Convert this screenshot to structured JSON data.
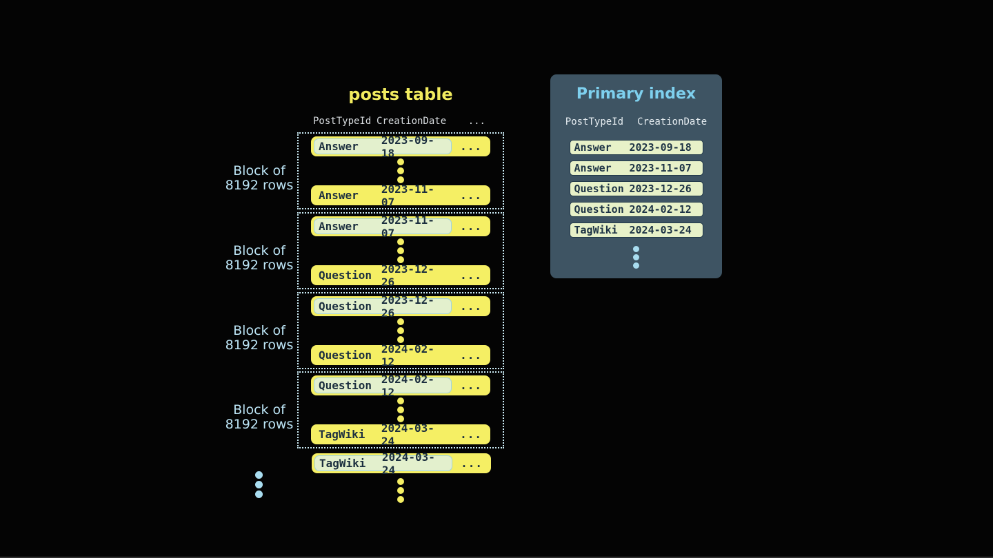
{
  "posts_table": {
    "title": "posts table",
    "headers": {
      "col1": "PostTypeId",
      "col2": "CreationDate",
      "col3": "..."
    },
    "block_label": {
      "line1": "Block of",
      "line2": "8192 rows"
    },
    "ellipsis": "...",
    "blocks": [
      {
        "first": {
          "type": "Answer",
          "date": "2023-09-18"
        },
        "last": {
          "type": "Answer",
          "date": "2023-11-07"
        }
      },
      {
        "first": {
          "type": "Answer",
          "date": "2023-11-07"
        },
        "last": {
          "type": "Question",
          "date": "2023-12-26"
        }
      },
      {
        "first": {
          "type": "Question",
          "date": "2023-12-26"
        },
        "last": {
          "type": "Question",
          "date": "2024-02-12"
        }
      },
      {
        "first": {
          "type": "Question",
          "date": "2024-02-12"
        },
        "last": {
          "type": "TagWiki",
          "date": "2024-03-24"
        }
      }
    ],
    "overflow_row": {
      "type": "TagWiki",
      "date": "2024-03-24"
    }
  },
  "primary_index": {
    "title": "Primary index",
    "headers": {
      "col1": "PostTypeId",
      "col2": "CreationDate"
    },
    "rows": [
      {
        "type": "Answer",
        "date": "2023-09-18"
      },
      {
        "type": "Answer",
        "date": "2023-11-07"
      },
      {
        "type": "Question",
        "date": "2023-12-26"
      },
      {
        "type": "Question",
        "date": "2024-02-12"
      },
      {
        "type": "TagWiki",
        "date": "2024-03-24"
      }
    ]
  },
  "colors": {
    "background": "#040404",
    "row_yellow": "#f5ef64",
    "row_text": "#1c2f3f",
    "highlight_fill": "#e3f0cd",
    "highlight_border": "#9ed3e6",
    "dotted_border": "#cdeef8",
    "block_label_text": "#bce4f5",
    "posts_title_text": "#f2ec5f",
    "panel_background": "#3e5463",
    "panel_title_text": "#7ed0ee",
    "index_row_fill": "#e7f1c8",
    "index_row_border": "#223949",
    "blue_dots": "#a9ddf0"
  }
}
